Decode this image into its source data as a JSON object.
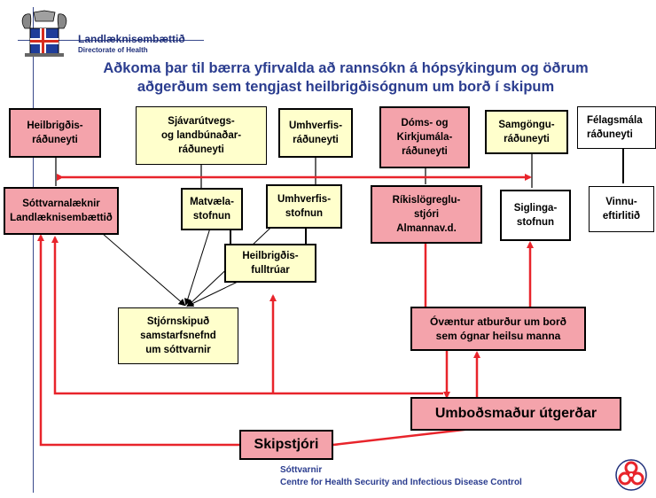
{
  "header": {
    "org_name": "Landlæknisembættið",
    "org_subtitle": "Directorate of Health",
    "title_line1": "Aðkoma þar til bærra yfirvalda að rannsókn á hópsýkingum og öðrum",
    "title_line2": "aðgerðum sem tengjast heilbrigðisógnum um borð í skipum"
  },
  "boxes": {
    "heilbr_raduneyti": "Heilbrigðis-\nráðuneyti",
    "sjavarutvegs": "Sjávarútvegs-\nog landbúnaðar-\nráðuneyti",
    "umhverfis_raduneyti": "Umhverfis-\nráðuneyti",
    "doms_kirkju": "Dóms- og\nKirkjumála-\nráðuneyti",
    "samgongu": "Samgöngu-\nráðuneyti",
    "felagsmala": "Félagsmála\nráðuneyti",
    "sottvarnalaeknir": "Sóttvarnalæknir\nLandlæknisembættið",
    "matvaela": "Matvæla-\nstofnun",
    "umhverfisstofnun": "Umhverfis-\nstofnun",
    "rikislogreglustjori": "Ríkislögreglu-\nstjóri\nAlmannav.d.",
    "siglinga": "Siglinga-\nstofnun",
    "vinnueftirlit": "Vinnu-\neftirlitið",
    "heilbr_fulltruar": "Heilbrigðis-\nfulltrúar",
    "stjornskipud": "Stjórnskipuð\nsamstarfsnefnd\num sóttvarnir",
    "ovaentur": "Óvæntur atburður um borð\nsem ógnar heilsu manna",
    "umbodsmadur": "Umboðsmaður útgerðar",
    "skipstjori": "Skipstjóri"
  },
  "footer": {
    "line1": "Sóttvarnir",
    "line2": "Centre for Health Security and Infectious Disease Control"
  },
  "colors": {
    "pink": "#f4a3ab",
    "yellow": "#ffffcc",
    "arrow_red": "#e8242b",
    "title_blue": "#2b3d8f"
  },
  "icons": [
    "iceland-coat-of-arms-logo",
    "biohazard-icon"
  ]
}
